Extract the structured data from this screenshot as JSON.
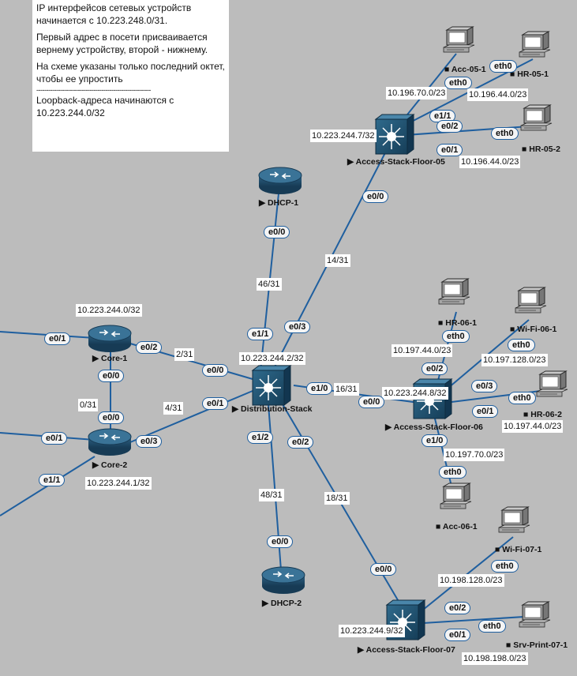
{
  "note": {
    "line1": "IP интерфейсов сетевых устройств",
    "line2": "начинается с 10.223.248.0/31.",
    "line3": "Первый адрес в посети присваивается",
    "line4": "вернему устройству, второй - нижнему.",
    "line5": "На схеме указаны только последний октет,",
    "line6": "чтобы ее упростить",
    "line7": "----------------------------------------------------------",
    "line8": "Loopback-адреса начинаются с",
    "line9": "10.223.244.0/32"
  },
  "devices": {
    "dhcp1": "DHCP-1",
    "dhcp2": "DHCP-2",
    "core1": "Core-1",
    "core2": "Core-2",
    "dist": "Distribution-Stack",
    "as05": "Access-Stack-Floor-05",
    "as06": "Access-Stack-Floor-06",
    "as07": "Access-Stack-Floor-07",
    "acc051": "Acc-05-1",
    "hr051": "HR-05-1",
    "hr052": "HR-05-2",
    "hr061": "HR-06-1",
    "wifi061": "Wi-Fi-06-1",
    "hr062": "HR-06-2",
    "acc061": "Acc-06-1",
    "wifi071": "Wi-Fi-07-1",
    "srvprint": "Srv-Print-07-1"
  },
  "addresses": {
    "core1_lo": "10.223.244.0/32",
    "core2_lo": "10.223.244.1/32",
    "dist_lo": "10.223.244.2/32",
    "as05_lo": "10.223.244.7/32",
    "as06_lo": "10.223.244.8/32",
    "as07_lo": "10.223.244.9/32",
    "net_acc05": "10.196.70.0/23",
    "net_hr05a": "10.196.44.0/23",
    "net_hr05b": "10.196.44.0/23",
    "net_hr06a": "10.197.44.0/23",
    "net_wifi06": "10.197.128.0/23",
    "net_hr06b": "10.197.44.0/23",
    "net_acc06": "10.197.70.0/23",
    "net_wifi07": "10.198.128.0/23",
    "net_srv07": "10.198.198.0/23"
  },
  "subnets": {
    "dist_as05": "14/31",
    "dist_dhcp1": "46/31",
    "core1_dist": "2/31",
    "core_core": "0/31",
    "core2_dist": "4/31",
    "dist_as06": "16/31",
    "dist_dhcp2": "48/31",
    "dist_as07": "18/31"
  },
  "ports": {
    "dhcp1_e00": "e0/0",
    "dist_e11": "e1/1",
    "dist_e03": "e0/3",
    "as05_e00": "e0/0",
    "dist_e00": "e0/0",
    "dist_e01": "e0/1",
    "dist_e10": "e1/0",
    "dist_e12": "e1/2",
    "dist_e02": "e0/2",
    "core1_e01": "e0/1",
    "core1_e02": "e0/2",
    "core1_e00": "e0/0",
    "core2_e00": "e0/0",
    "core2_e01": "e0/1",
    "core2_e03": "e0/3",
    "core2_e11": "e1/1",
    "dhcp2_e00": "e0/0",
    "as06_e00": "e0/0",
    "as06_e02": "e0/2",
    "as06_e03": "e0/3",
    "as06_e01": "e0/1",
    "as06_e10": "e1/0",
    "as07_e00": "e0/0",
    "as07_e02": "e0/2",
    "as07_e01": "e0/1",
    "as05_e11": "e1/1",
    "as05_e02": "e0/2",
    "as05_e01": "e0/1",
    "acc051_eth0": "eth0",
    "hr051_eth0": "eth0",
    "hr052_eth0": "eth0",
    "hr061_eth0": "eth0",
    "wifi061_eth0": "eth0",
    "hr062_eth0": "eth0",
    "acc061_eth0": "eth0",
    "wifi071_eth0": "eth0",
    "srv_eth0": "eth0"
  },
  "colors": {
    "background": "#bcbcbc",
    "link": "#1f5f9f",
    "device": "#1e4e6e",
    "port_border": "#1f5f9f"
  }
}
